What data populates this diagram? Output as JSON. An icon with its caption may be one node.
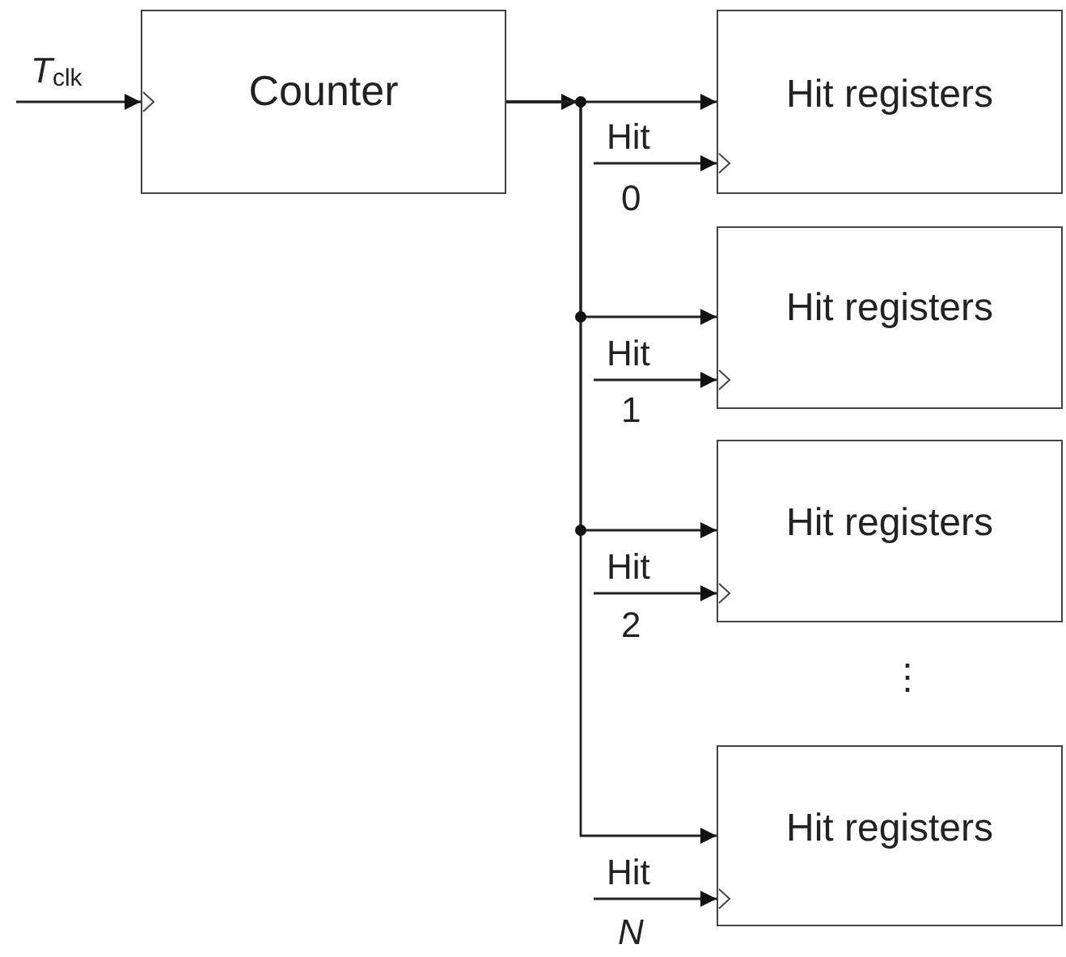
{
  "diagram": {
    "nodes": [
      {
        "text": [
          "Counter"
        ]
      },
      {
        "text": [
          "Hit registers"
        ]
      },
      {
        "text": [
          "Hit registers"
        ]
      },
      {
        "text": [
          "Hit registers"
        ]
      },
      {
        "text": [
          "Hit registers"
        ]
      }
    ],
    "edges": [
      {
        "from": null,
        "to": 0,
        "arrow": "to",
        "label": "*T*$_{clk}$"
      },
      {
        "from": 0,
        "to": 1,
        "arrow": "to"
      },
      {
        "from": 0,
        "to": 2,
        "arrow": "to"
      },
      {
        "from": 0,
        "to": 3,
        "arrow": "to"
      },
      {
        "from": 0,
        "to": 4,
        "arrow": "to"
      },
      {
        "from": null,
        "to": 1,
        "arrow": "to",
        "label": "Hit"
      },
      {
        "from": null,
        "to": 2,
        "arrow": "to",
        "label": "Hit"
      },
      {
        "from": null,
        "to": 3,
        "arrow": "to",
        "label": "Hit"
      },
      {
        "from": null,
        "to": 4,
        "arrow": "to",
        "label": "Hit"
      }
    ],
    "labels": [
      "0",
      "1",
      "2",
      "⋮",
      "N"
    ]
  }
}
